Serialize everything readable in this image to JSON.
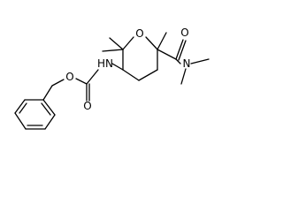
{
  "molecule": {
    "atoms": {
      "ring_oxygen": "O",
      "amide_oxygen": "O",
      "amide_nitrogen": "N",
      "amine_nh": "HN",
      "carbamate_carbonyl_oxygen": "O",
      "carbamate_ester_oxygen": "O"
    }
  },
  "colors": {
    "bond": "#000000",
    "label": "#000000",
    "background": "#ffffff"
  }
}
